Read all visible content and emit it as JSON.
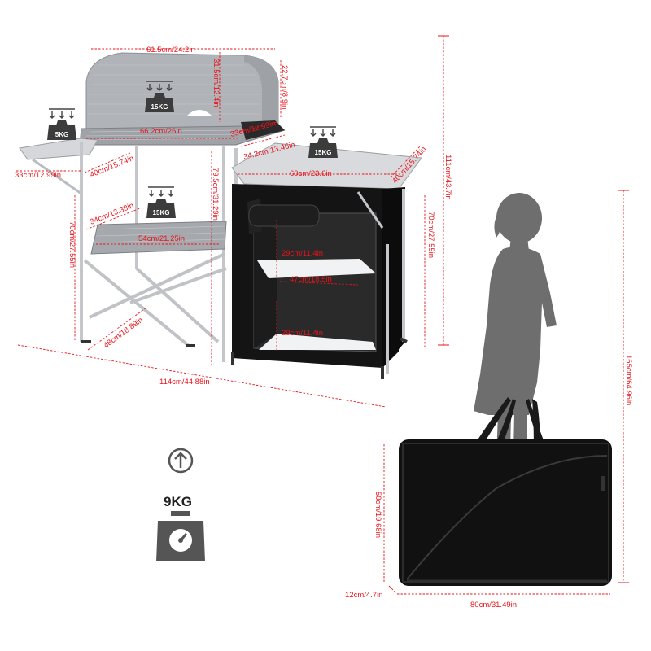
{
  "product": {
    "weights": {
      "windscreen_load": "15KG",
      "side_shelf_load": "5KG",
      "lower_shelf_load": "15KG",
      "cabinet_top_load": "15KG",
      "net_weight": "9KG"
    },
    "dimensions": {
      "windscreen_width": "61.5cm/24.2in",
      "windscreen_height": "31.5cm/12.4in",
      "windscreen_side": "22.7cm/8.9in",
      "side_wing_width": "33cm/12.99in",
      "side_wing_depth": "34.2cm/13.46in",
      "top_width": "66.2cm/26in",
      "side_shelf_width": "33cm/12.99in",
      "side_shelf_depth": "40cm/15.74in",
      "total_height": "111cm/43.7in",
      "table_height": "79.5cm/31.29in",
      "cabinet_top_width": "60cm/23.6in",
      "cabinet_top_depth": "40cm/15.74in",
      "lower_shelf_depth": "34cm/13.38in",
      "lower_shelf_width": "54cm/21.25in",
      "leg_height_left": "70cm/27.55in",
      "leg_height_right": "70cm/27.55in",
      "cabinet_upper_height": "29cm/11.4in",
      "cabinet_inner_width": "47cm/18.5in",
      "cabinet_lower_height": "29cm/11.4in",
      "frame_depth": "48cm/18.89in",
      "total_width": "114cm/44.88in",
      "bag_height": "50cm/19.68in",
      "bag_depth": "12cm/4.7in",
      "bag_width": "80cm/31.49in",
      "person_height": "165cm/64.96in"
    }
  },
  "colors": {
    "dimension": "#e8141b",
    "frame": "#b9bcc1",
    "shelf": "#a8abb0",
    "cabinet": "#141414",
    "person": "#6e6e6e",
    "bag": "#111111",
    "icon": "#555555"
  }
}
